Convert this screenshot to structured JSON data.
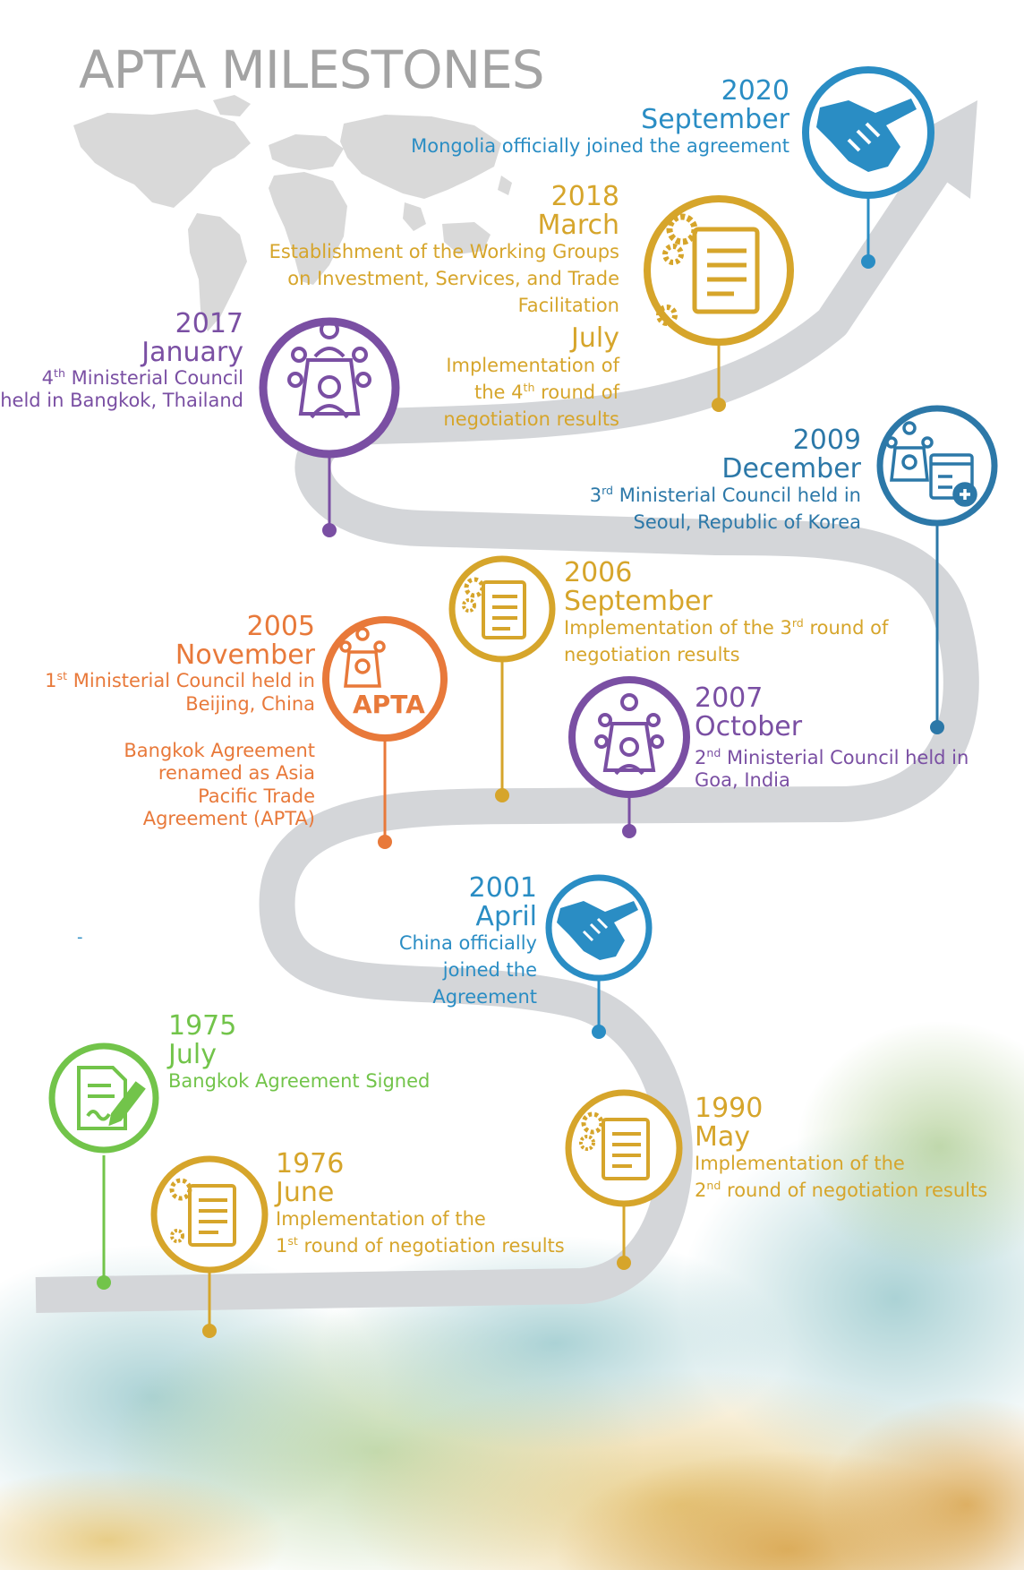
{
  "title": "APTA MILESTONES",
  "colors": {
    "road": "#d4d6d9",
    "blue": "#2a8dc4",
    "teal": "#2c78a8",
    "gold": "#d6a52b",
    "purple": "#7a4fa3",
    "orange": "#e8793a",
    "green": "#72c44a",
    "map": "#d9d9d9"
  },
  "events": [
    {
      "id": "e2020",
      "year": "2020",
      "month": "September",
      "text": "Mongolia officially joined the agreement",
      "icon": "handshake-icon",
      "color": "#2a8dc4"
    },
    {
      "id": "e2018",
      "year": "2018",
      "month": "March",
      "text": "Establishment of the Working Groups on Investment, Services, and Trade Facilitation",
      "sub_month": "July",
      "sub_text_a": "Implementation of",
      "sub_text_b": "the 4",
      "sub_text_sup": "th",
      "sub_text_c": " round of",
      "sub_text_d": "negotiation results",
      "icon": "document-gears-icon",
      "color": "#d6a52b"
    },
    {
      "id": "e2017",
      "year": "2017",
      "month": "January",
      "text_sup_base": "4",
      "text_sup": "th",
      "text_a": " Ministerial Council",
      "text_b": "held in Bangkok, Thailand",
      "icon": "meeting-icon",
      "color": "#7a4fa3"
    },
    {
      "id": "e2009",
      "year": "2009",
      "month": "December",
      "text_sup_base": "3",
      "text_sup": "rd",
      "text_a": " Ministerial Council held in",
      "text_b": "Seoul, Republic of Korea",
      "icon": "meeting-add-icon",
      "color": "#2c78a8"
    },
    {
      "id": "e2006",
      "year": "2006",
      "month": "September",
      "text_a": "Implementation of the 3",
      "text_sup": "rd",
      "text_b": " round of",
      "text_c": "negotiation results",
      "icon": "document-gears-icon",
      "color": "#d6a52b"
    },
    {
      "id": "e2005",
      "year": "2005",
      "month": "November",
      "text_sup_base": "1",
      "text_sup": "st",
      "text_a": " Ministerial Council held in",
      "text_b": "Beijing, China",
      "text_extra": "Bangkok Agreement renamed as Asia Pacific Trade Agreement (APTA)",
      "badge": "APTA",
      "icon": "meeting-icon",
      "color": "#e8793a"
    },
    {
      "id": "e2007",
      "year": "2007",
      "month": "October",
      "text_sup_base": "2",
      "text_sup": "nd",
      "text_a": " Ministerial Council held in",
      "text_b": "Goa, India",
      "icon": "meeting-icon",
      "color": "#7a4fa3"
    },
    {
      "id": "e2001",
      "year": "2001",
      "month": "April",
      "text": "China officially joined the Agreement",
      "icon": "handshake-icon",
      "color": "#2a8dc4"
    },
    {
      "id": "e1975",
      "year": "1975",
      "month": "July",
      "text": "Bangkok Agreement Signed",
      "icon": "signing-document-icon",
      "color": "#72c44a"
    },
    {
      "id": "e1990",
      "year": "1990",
      "month": "May",
      "text_a": "Implementation of the",
      "text_sup_base": "2",
      "text_sup": "nd",
      "text_b": " round of negotiation results",
      "icon": "document-gears-icon",
      "color": "#d6a52b"
    },
    {
      "id": "e1976",
      "year": "1976",
      "month": "June",
      "text_a": "Implementation of the",
      "text_sup_base": "1",
      "text_sup": "st",
      "text_b": " round of negotiation results",
      "icon": "document-gears-icon",
      "color": "#d6a52b"
    }
  ],
  "stray_mark": "-"
}
